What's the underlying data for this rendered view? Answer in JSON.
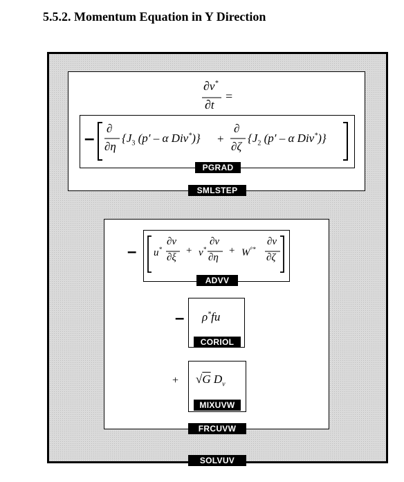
{
  "heading": "5.5.2. Momentum Equation in Y Direction",
  "labels": {
    "solvuv": "SOLVUV",
    "smlstep": "SMLSTEP",
    "pgrad": "PGRAD",
    "frcuvw": "FRCUVW",
    "advv": "ADVV",
    "coriol": "CORIOL",
    "mixuvw": "MIXUVW"
  },
  "equation": {
    "lhs_num": "∂v*",
    "lhs_den": "∂t",
    "equals": "=",
    "pgrad_term1": "J₃ (p′ – α Div*)",
    "pgrad_term2": "J₂ (p′ – α Div*)",
    "advv_terms": [
      "u* ∂v/∂ξ",
      "v* ∂v/∂η",
      "W°* ∂v/∂ζ"
    ],
    "coriol": "ρ* f u",
    "mixuvw": "√G Dᵥ",
    "minus": "–",
    "plus": "+"
  }
}
